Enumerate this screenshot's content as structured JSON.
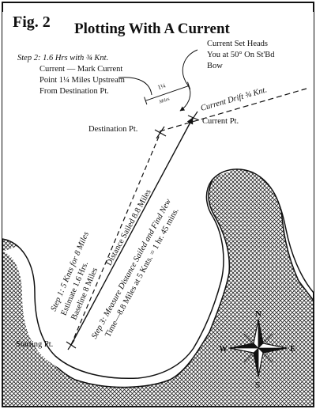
{
  "figure": {
    "label": "Fig. 2",
    "title": "Plotting With A Current"
  },
  "notes": {
    "step2": [
      "Step 2: 1.6 Hrs with ¾ Knt.",
      "Current — Mark Current",
      "Point 1¼ Miles Upstream",
      "From Destination Pt."
    ],
    "current_set": [
      "Current Set Heads",
      "You at 50° On St'Bd",
      "Bow"
    ],
    "offset_distance": [
      "1¼",
      "Miles"
    ],
    "current_drift": "Current Drift ¾ Knt.",
    "step1": [
      "Step 1: 5 Knts for 8 Miles",
      "Estimate 1.6 Hrs.",
      "Baseline 8 Miles"
    ],
    "step3": [
      "Distance Sailed 8.8 Miles",
      "Step 3: Measure Distance Sailed and Find New",
      "Time—8.8 Miles at 5 Knts. = 1 hr. 45 mins."
    ]
  },
  "points": {
    "destination": "Destination Pt.",
    "current": "Current Pt.",
    "starting": "Starting Pt."
  },
  "compass": {
    "n": "N",
    "e": "E",
    "s": "S",
    "w": "W"
  }
}
